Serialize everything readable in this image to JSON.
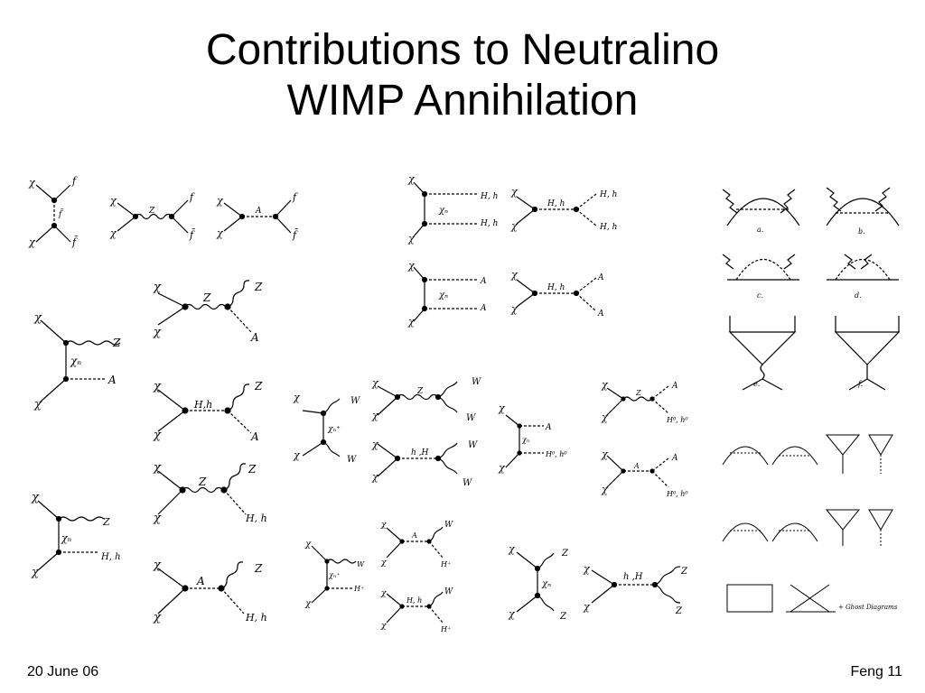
{
  "slide": {
    "title_line1": "Contributions to Neutralino",
    "title_line2": "WIMP Annihilation",
    "footer_left": "20 June 06",
    "footer_right": "Feng 11"
  },
  "particles": {
    "chi": "χ",
    "chi_n": "χₙ",
    "chi_plus_n": "χₙ⁺",
    "f": "f",
    "fbar": "f̄",
    "ftilde": "f̃",
    "Z": "Z",
    "A": "A",
    "W": "W",
    "Hh": "H, h",
    "H_comma_h": "H,h",
    "hH": "h ,H",
    "hHs": "h, H",
    "H0h0": "H⁰, h⁰",
    "Hplus": "H⁺",
    "Wplus": "W⁺",
    "a": "a.",
    "b": "b.",
    "c": "c.",
    "d": "d.",
    "e": "e.",
    "f_label": "f.",
    "ghost": "+ Ghost Diagrams"
  }
}
